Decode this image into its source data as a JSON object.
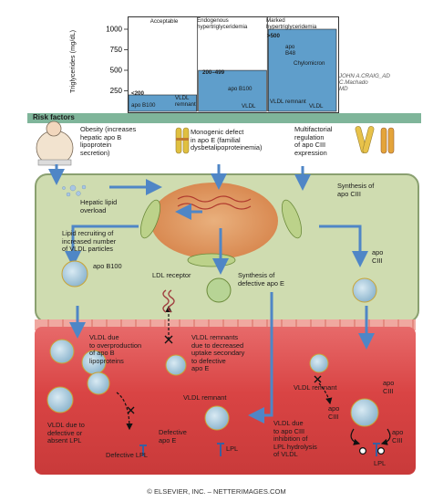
{
  "chart_data": {
    "type": "bar",
    "ylabel": "Triglycerides (mg/dL)",
    "yticks": [
      250,
      500,
      750,
      1000
    ],
    "ylim": [
      0,
      1000
    ],
    "categories": [
      "Acceptable",
      "Endogenous\nhypertriglyceridemia",
      "Marked\nhypertriglyceridemia"
    ],
    "ranges": [
      "<200",
      "200–499",
      ">500"
    ],
    "values": [
      200,
      499,
      1000
    ],
    "bar_labels": {
      "acceptable": [
        "apo B100",
        "VLDL remnant"
      ],
      "endogenous": [
        "apo B100",
        "VLDL"
      ],
      "marked": [
        "apo B48",
        "Chylomicron",
        "VLDL remnant",
        "VLDL"
      ]
    }
  },
  "risk_factors": {
    "title": "Risk factors",
    "obesity": "Obesity (increases\nhepatic apo B\nlipoprotein\nsecretion)",
    "monogenic": "Monogenic defect\nin apo E (familial\ndysbetalipoproteinemia)",
    "multifactorial": "Multifactorial\nregulation\nof apo CIII\nexpression"
  },
  "hepatocyte": {
    "hepatic_lipid": "Hepatic lipid\noverload",
    "synthesis_apo_ciii": "Synthesis of\napo CIII",
    "lipid_recruiting": "Lipid recruiting of\nincreased number\nof VLDL particles",
    "apo_b100": "apo B100",
    "ldl_receptor": "LDL receptor",
    "synthesis_defective_apo_e": "Synthesis of\ndefective apo E",
    "apo_ciii": "apo\nCIII"
  },
  "blood": {
    "vldl_overproduction": "VLDL due\nto overproduction\nof apo B\nlipoproteins",
    "vldl_remnants": "VLDL remnants\ndue to decreased\nuptake secondary\nto defective\napo E",
    "vldl_remnant_1": "VLDL remnant",
    "vldl_remnant_2": "VLDL remnant",
    "vldl_defective_lpl": "VLDL due to\ndefective or\nabsent LPL",
    "defective_apo_e": "Defective\napo E",
    "defective_lpl": "Defective LPL",
    "lpl_1": "LPL",
    "lpl_2": "LPL",
    "vldl_apo_ciii": "VLDL due\nto apo CIII\ninhibition of\nLPL hydrolysis\nof VLDL",
    "apo_ciii_1": "apo\nCIII",
    "apo_ciii_2": "apo\nCIII",
    "apo_ciii_3": "apo\nCIII"
  },
  "signature": "JOHN A.CRAIG_AD\nC.Machado\nMD",
  "copyright": "© ELSEVIER, INC. – NETTERIMAGES.COM",
  "colors": {
    "risk_bar": "#7fb59a",
    "cell": "#cfdcb0",
    "blood": "#d94444",
    "nucleus": "#d98a52",
    "arrow": "#4f86c6",
    "chart_fill": "#5f9ecb"
  }
}
